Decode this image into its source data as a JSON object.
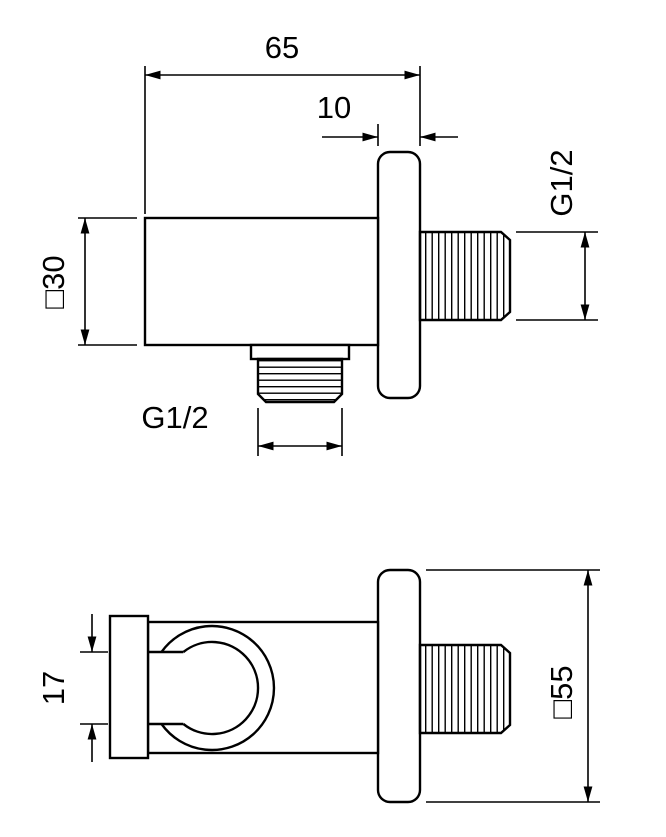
{
  "canvas": {
    "background": "#ffffff",
    "line_color": "#000000"
  },
  "top_view": {
    "total_width": "65",
    "flange_thickness": "10",
    "body_square": "□30",
    "side_thread": "G1/2",
    "bottom_thread": "G1/2"
  },
  "bottom_view": {
    "clip_opening": "17",
    "flange_square": "□55"
  }
}
